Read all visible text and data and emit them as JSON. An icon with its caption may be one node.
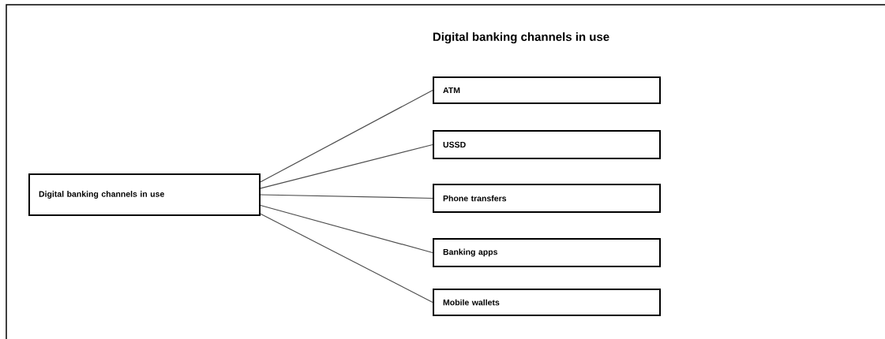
{
  "diagram": {
    "title": "Digital banking channels in use",
    "nodes": [
      {
        "text": [
          "Digital banking channels in use"
        ]
      },
      {
        "text": [
          "ATM"
        ]
      },
      {
        "text": [
          "USSD"
        ]
      },
      {
        "text": [
          "Phone transfers"
        ]
      },
      {
        "text": [
          "Banking apps"
        ]
      },
      {
        "text": [
          "Mobile wallets"
        ]
      }
    ],
    "edges": [
      {
        "from": 0,
        "to": 1,
        "arrow": "none"
      },
      {
        "from": 0,
        "to": 2,
        "arrow": "none"
      },
      {
        "from": 0,
        "to": 3,
        "arrow": "none"
      },
      {
        "from": 0,
        "to": 4,
        "arrow": "none"
      },
      {
        "from": 0,
        "to": 5,
        "arrow": "none"
      }
    ]
  }
}
